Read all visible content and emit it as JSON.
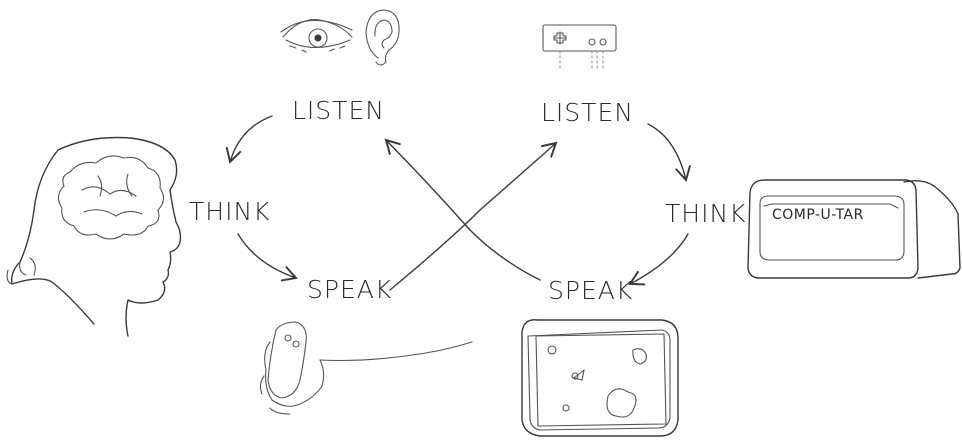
{
  "human_loop": {
    "listen": "LISTEN",
    "think": "THINK",
    "speak": "SPEAK"
  },
  "computer_loop": {
    "listen": "LISTEN",
    "think": "THINK",
    "speak": "SPEAK"
  },
  "computer_label": "COMP-U-TAR",
  "icons": [
    "eye-icon",
    "ear-icon",
    "gamepad-icon",
    "head-brain-icon",
    "hand-controller-icon",
    "computer-box-icon",
    "screen-icon"
  ],
  "colors": {
    "ink": "#3a3a3a",
    "background": "#ffffff"
  }
}
